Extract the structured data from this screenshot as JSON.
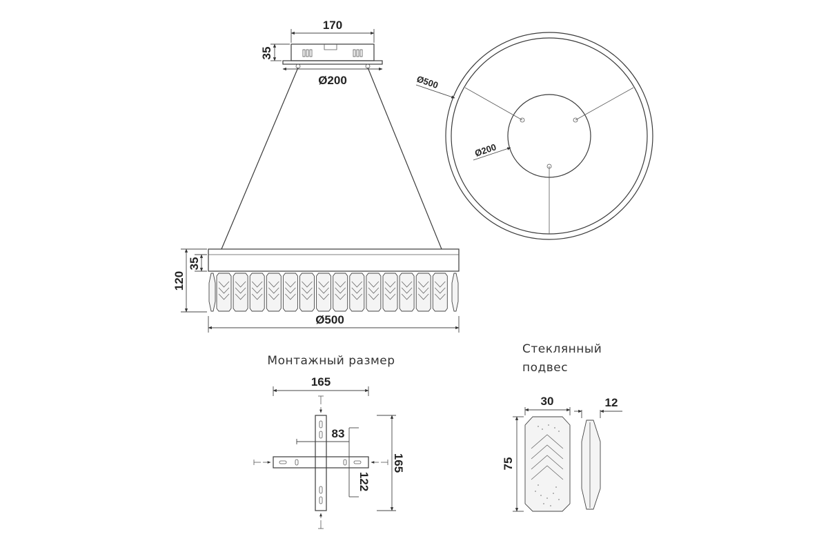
{
  "elevation": {
    "canopy_width": "170",
    "canopy_height": "35",
    "canopy_diameter": "Ø200",
    "ring_height": "35",
    "total_height": "120",
    "ring_diameter": "Ø500"
  },
  "plan": {
    "ring_diameter": "Ø500",
    "canopy_diameter": "Ø200"
  },
  "mounting": {
    "title": "Монтажный размер",
    "width": "165",
    "height": "165",
    "inner_width": "83",
    "inner_height": "122"
  },
  "pendant": {
    "title_line1": "Стеклянный",
    "title_line2": "подвес",
    "width": "30",
    "height": "75",
    "thickness": "12"
  }
}
